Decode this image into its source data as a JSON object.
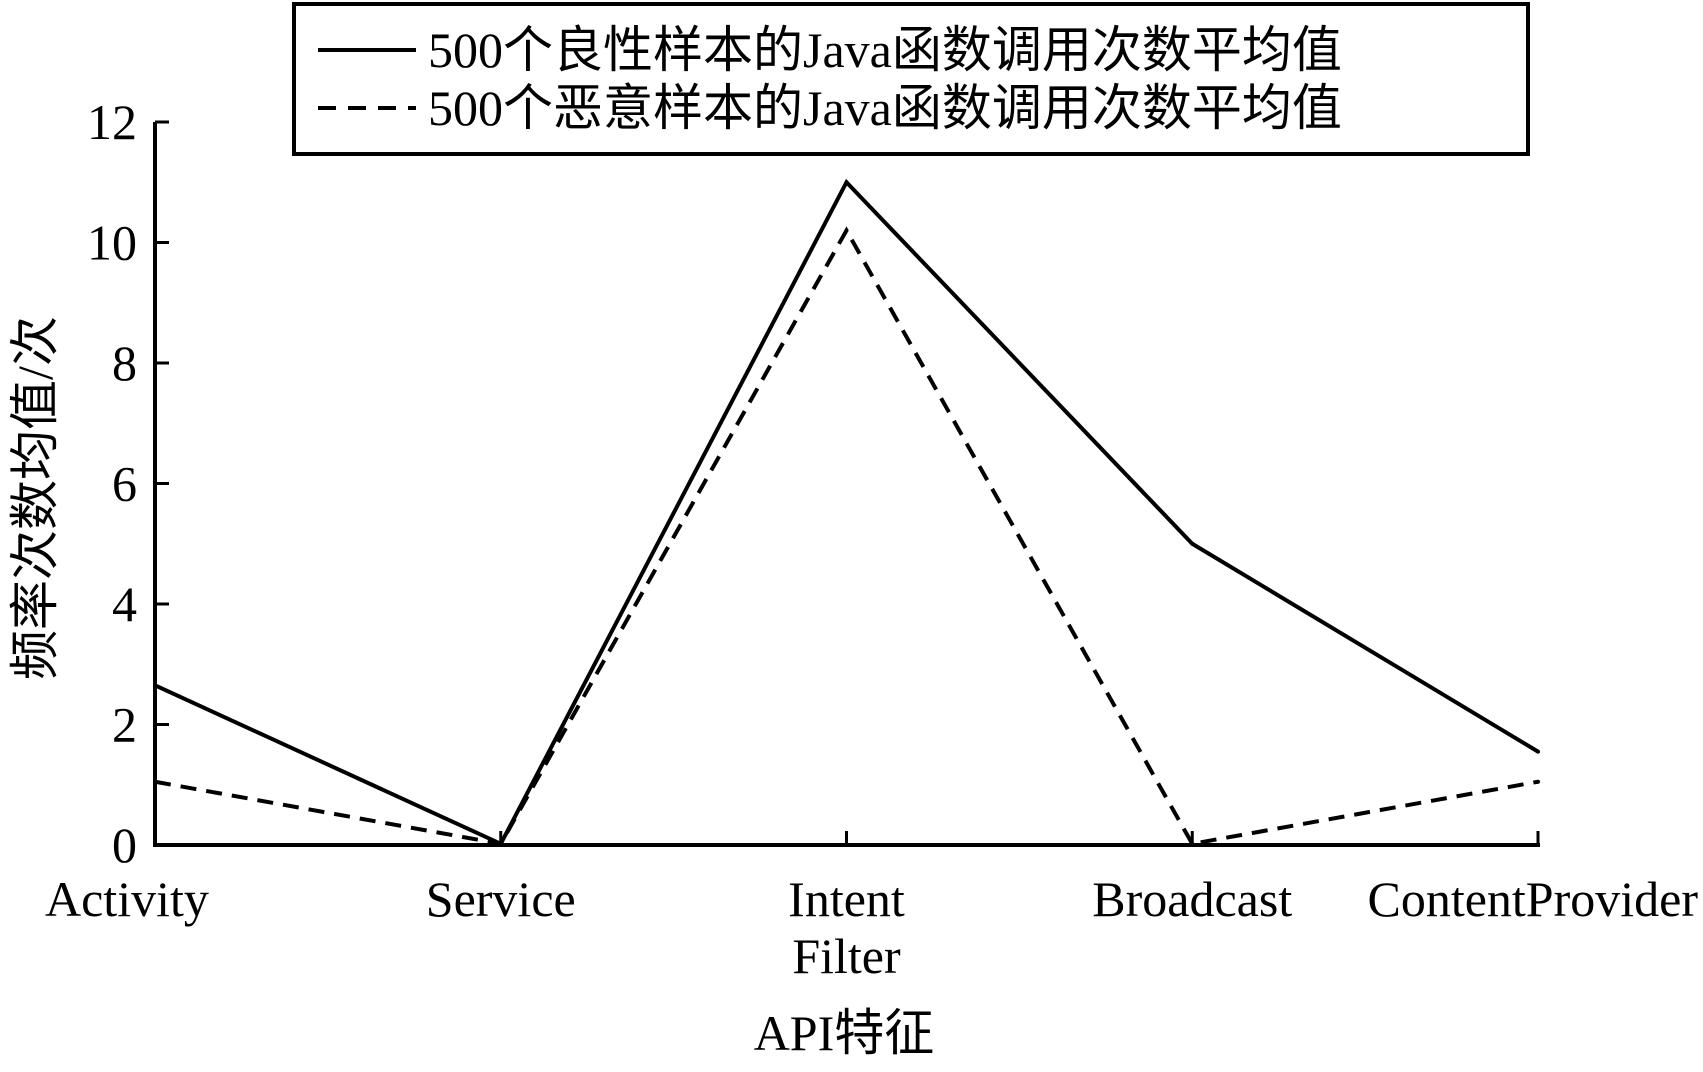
{
  "chart_data": {
    "type": "line",
    "categories": [
      "Activity",
      "Service",
      "Intent\nFilter",
      "Broadcast",
      "ContentProvider"
    ],
    "series": [
      {
        "name": "500个良性样本的Java函数调用次数平均值",
        "values": [
          2.65,
          0.02,
          11.0,
          5.0,
          1.55
        ],
        "style": "solid"
      },
      {
        "name": "500个恶意样本的Java函数调用次数平均值",
        "values": [
          1.05,
          0.02,
          10.2,
          0.02,
          1.05
        ],
        "style": "dashed"
      }
    ],
    "xlabel": "API特征",
    "ylabel": "频率次数均值/次",
    "ylim": [
      0,
      12
    ],
    "yticks": [
      0,
      2,
      4,
      6,
      8,
      10,
      12
    ],
    "grid": false,
    "legend_position": "top-right",
    "color": "#000000"
  }
}
